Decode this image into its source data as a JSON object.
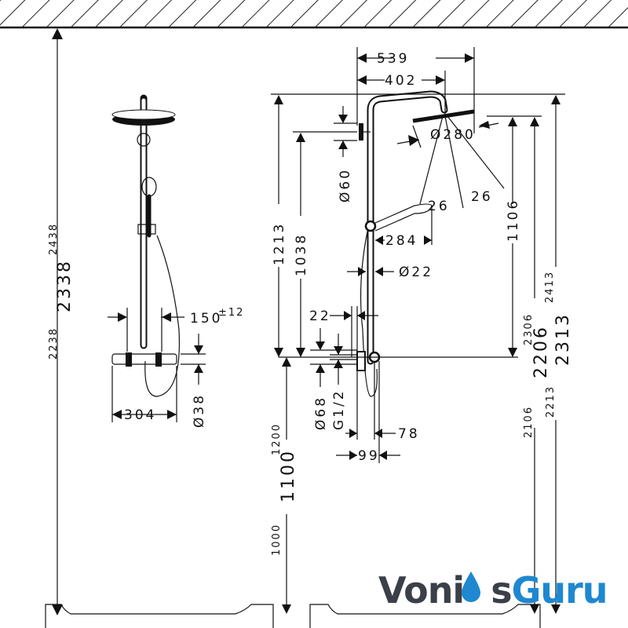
{
  "drawing": {
    "left_view": {
      "height_min": "2238",
      "height_nominal": "2338",
      "height_max": "2438",
      "inlet_spacing": "150",
      "inlet_spacing_tolerance": "±12",
      "mixer_width": "304",
      "mixer_diameter": "Ø38"
    },
    "right_view": {
      "arm_reach_total": "539",
      "arm_reach": "402",
      "head_diameter": "Ø280",
      "angle_left": "26",
      "angle_right": "26",
      "handshower_length": "284",
      "rail_diameter": "Ø22",
      "bracket_diameter": "Ø60",
      "wall_offset": "22",
      "height_1213": "1213",
      "height_1038": "1038",
      "height_1106": "1106",
      "height_2306": "2306",
      "height_2206": "2206",
      "height_2106": "2106",
      "height_2413": "2413",
      "height_2313": "2313",
      "height_2213": "2213",
      "connection_diameter": "Ø68",
      "thread": "G1/2",
      "depth_78": "78",
      "depth_99": "99",
      "mount_max": "1200",
      "mount_nominal": "1100",
      "mount_min": "1000"
    }
  },
  "watermark": {
    "text_a": "Voni",
    "text_b": "s",
    "text_c": "Guru",
    "color_dark": "#3a3f48",
    "color_blue": "#1e88d0"
  }
}
